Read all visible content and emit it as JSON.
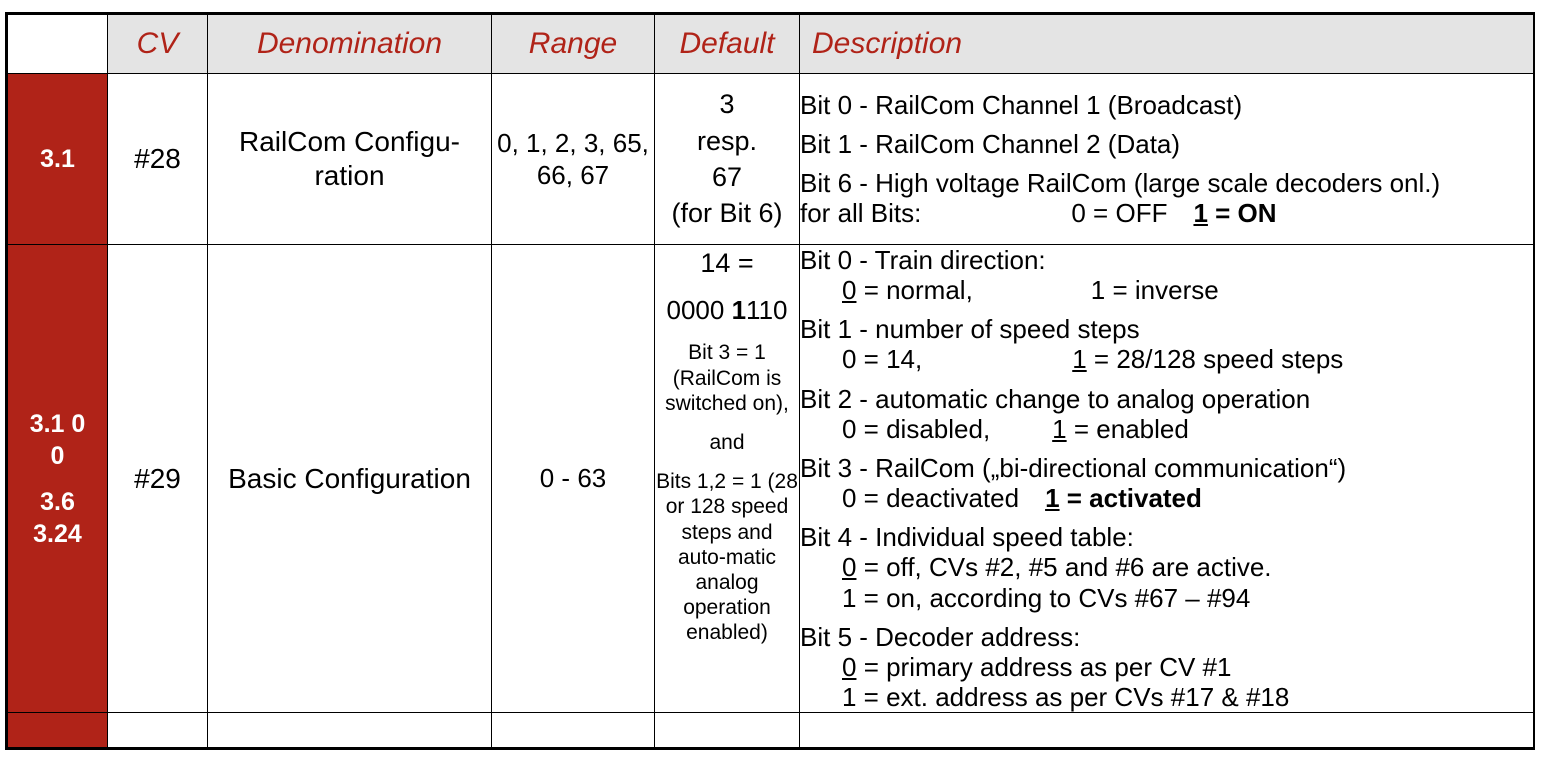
{
  "table": {
    "headers": {
      "section": "",
      "cv": "CV",
      "denomination": "Denomination",
      "range": "Range",
      "default": "Default",
      "description": "Description"
    },
    "colors": {
      "accent_red": "#b02318",
      "header_background": "#e4e4e4",
      "border": "#000000",
      "section_text": "#ffffff"
    },
    "rows": [
      {
        "section": "3.1",
        "cv": "#28",
        "denomination": "RailCom Configu-ration",
        "range": "0, 1, 2, 3, 65, 66, 67",
        "default": {
          "line1": "3",
          "line2": "resp.",
          "line3": "67",
          "line4": "(for Bit 6)"
        },
        "description": {
          "bit0": "Bit 0 - RailCom Channel 1 (Broadcast)",
          "bit1": "Bit 1 - RailCom Channel 2 (Data)",
          "bit6": "Bit 6 - High voltage RailCom (large scale decoders onl.)",
          "all_bits_label": "for all Bits:",
          "all_bits_off": "0 = OFF",
          "all_bits_on_digit": "1",
          "all_bits_on_rest": " = ON"
        }
      },
      {
        "section": "3.1 00\n3.6\n3.24",
        "section_line1": "3.1 0",
        "section_line2": "0",
        "section_line3": "3.6",
        "section_line4": "3.24",
        "cv": "#29",
        "denomination": "Basic Configuration",
        "range": "0 - 63",
        "default": {
          "line1": "14 =",
          "binary_prefix": "0000 ",
          "binary_bold": "1",
          "binary_suffix": "110",
          "note1": "Bit 3 = 1 (RailCom is switched on),",
          "note2": "and",
          "note3": "Bits 1,2 = 1 (28 or 128 speed steps and auto-matic analog operation enabled)"
        },
        "description": {
          "bit0_title": "Bit 0 - Train direction:",
          "bit0_opt0_digit": "0",
          "bit0_opt0_rest": " = normal,",
          "bit0_opt1": "1 = inverse",
          "bit1_title": "Bit 1 - number of speed steps",
          "bit1_opt0": "0 = 14,",
          "bit1_opt1_digit": "1",
          "bit1_opt1_rest": " = 28/128 speed steps",
          "bit2_title": "Bit 2 - automatic change to analog operation",
          "bit2_opt0": "0 = disabled,",
          "bit2_opt1_digit": "1",
          "bit2_opt1_rest": " = enabled",
          "bit3_title": "Bit 3 - RailCom („bi-directional communication“)",
          "bit3_opt0": "0 = deactivated",
          "bit3_opt1_digit": "1",
          "bit3_opt1_rest": " = activated",
          "bit4_title": "Bit 4 - Individual speed table:",
          "bit4_opt0_digit": "0",
          "bit4_opt0_rest": " = off, CVs #2, #5 and #6 are active.",
          "bit4_opt1": "1 = on, according to CVs #67 – #94",
          "bit5_title": "Bit 5 - Decoder address:",
          "bit5_opt0_digit": "0",
          "bit5_opt0_rest": " = primary address as per CV #1",
          "bit5_opt1": "1 = ext. address as per CVs #17 & #18"
        }
      },
      {
        "section": "",
        "cv": "",
        "denomination": "",
        "range": "",
        "default": "",
        "description": ""
      }
    ]
  }
}
